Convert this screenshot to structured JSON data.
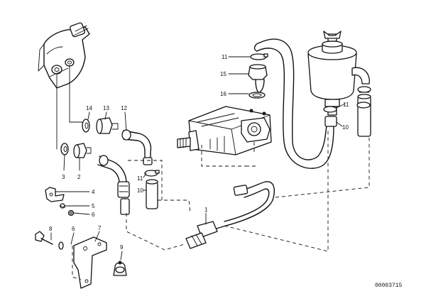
{
  "diagram": {
    "part_numbers": {
      "p_11_top": "11",
      "p_15": "15",
      "p_16": "16",
      "p_14": "14",
      "p_13": "13",
      "p_12": "12",
      "p_3": "3",
      "p_2": "2",
      "p_4": "4",
      "p_5": "5",
      "p_6": "6",
      "p_8_left": "8",
      "p_6_b": "6",
      "p_7": "7",
      "p_9": "9",
      "p_11_mid": "11",
      "p_10_mid": "10",
      "p_1": "1",
      "p_11_right": "11",
      "p_10_right": "10"
    },
    "document_number": "00003715"
  }
}
